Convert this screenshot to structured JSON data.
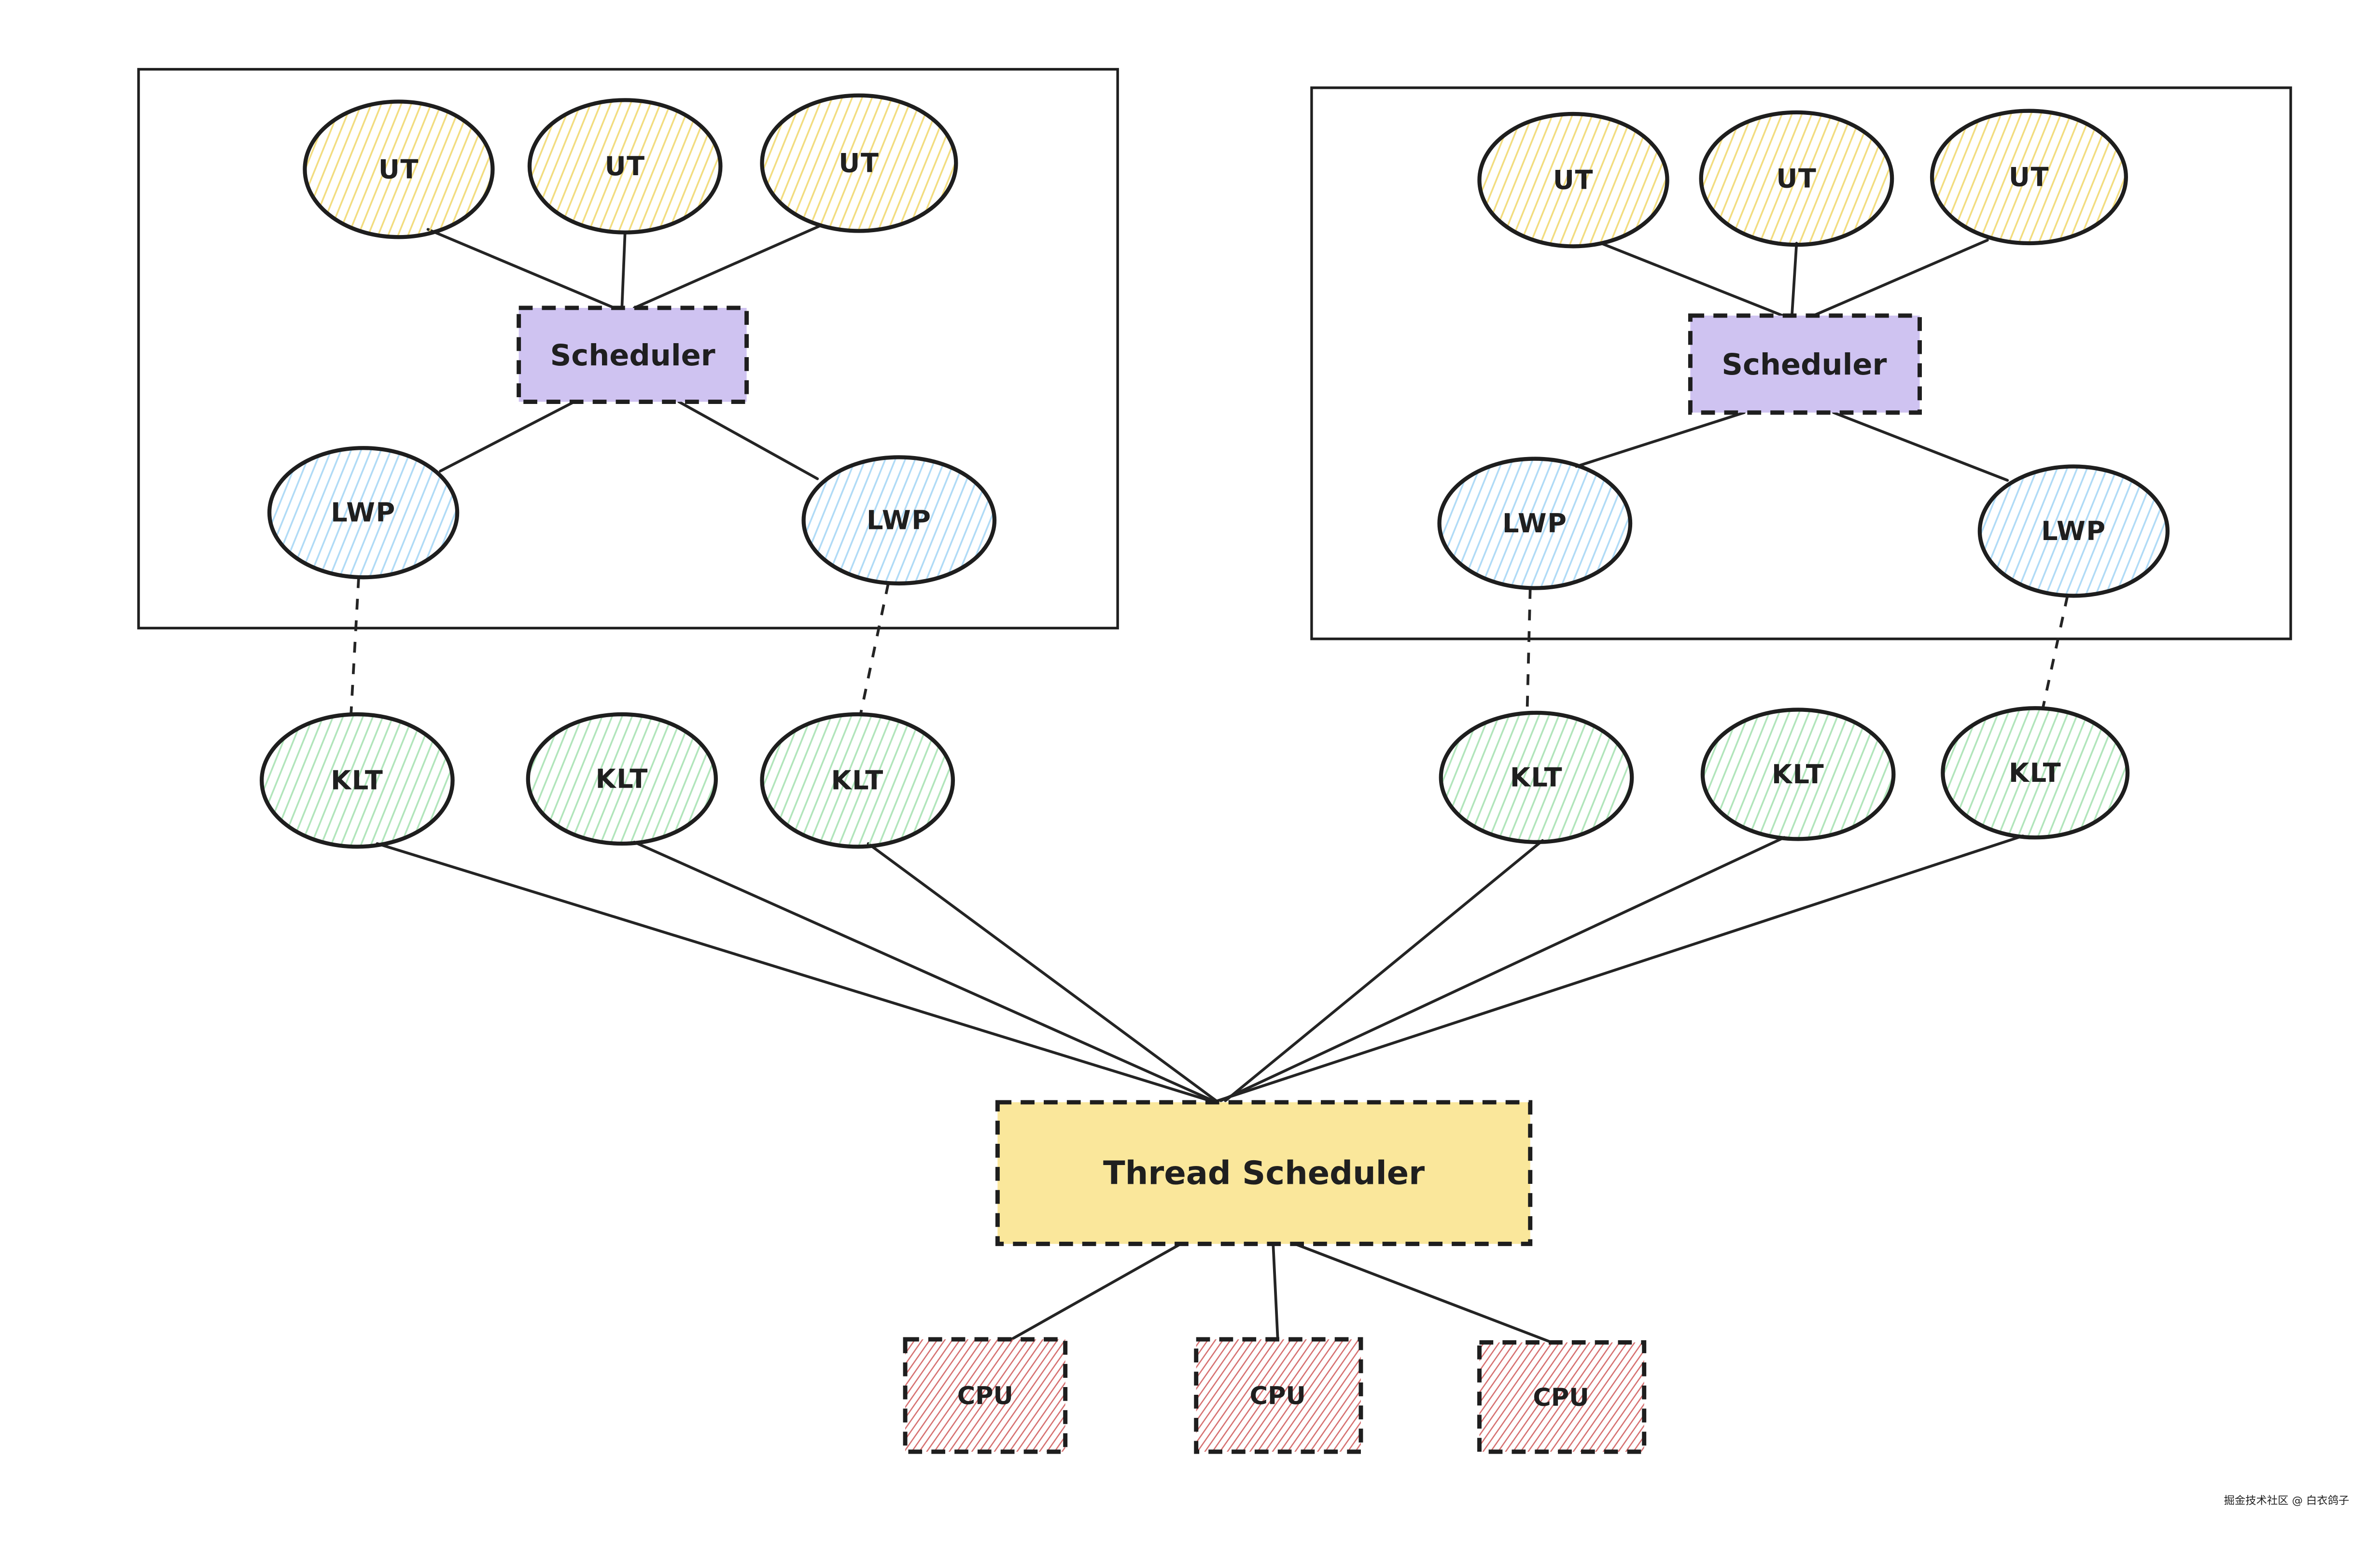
{
  "labels": {
    "ut": "UT",
    "scheduler": "Scheduler",
    "lwp": "LWP",
    "klt": "KLT",
    "thread_scheduler": "Thread Scheduler",
    "cpu": "CPU"
  },
  "watermark": {
    "text": "掘金技术社区 @ 白衣鸽子"
  },
  "colors": {
    "ink": "#1e1e1e",
    "connector": "#242424",
    "ut_hatch": "#f0d76a",
    "lwp_hatch": "#a8d7f5",
    "klt_hatch": "#a9e3b4",
    "cpu_hatch": "#d05c5c",
    "scheduler_fill": "#cfc3f1",
    "thread_scheduler_fill": "#fae79b",
    "watermark": "#b5b1ad"
  }
}
